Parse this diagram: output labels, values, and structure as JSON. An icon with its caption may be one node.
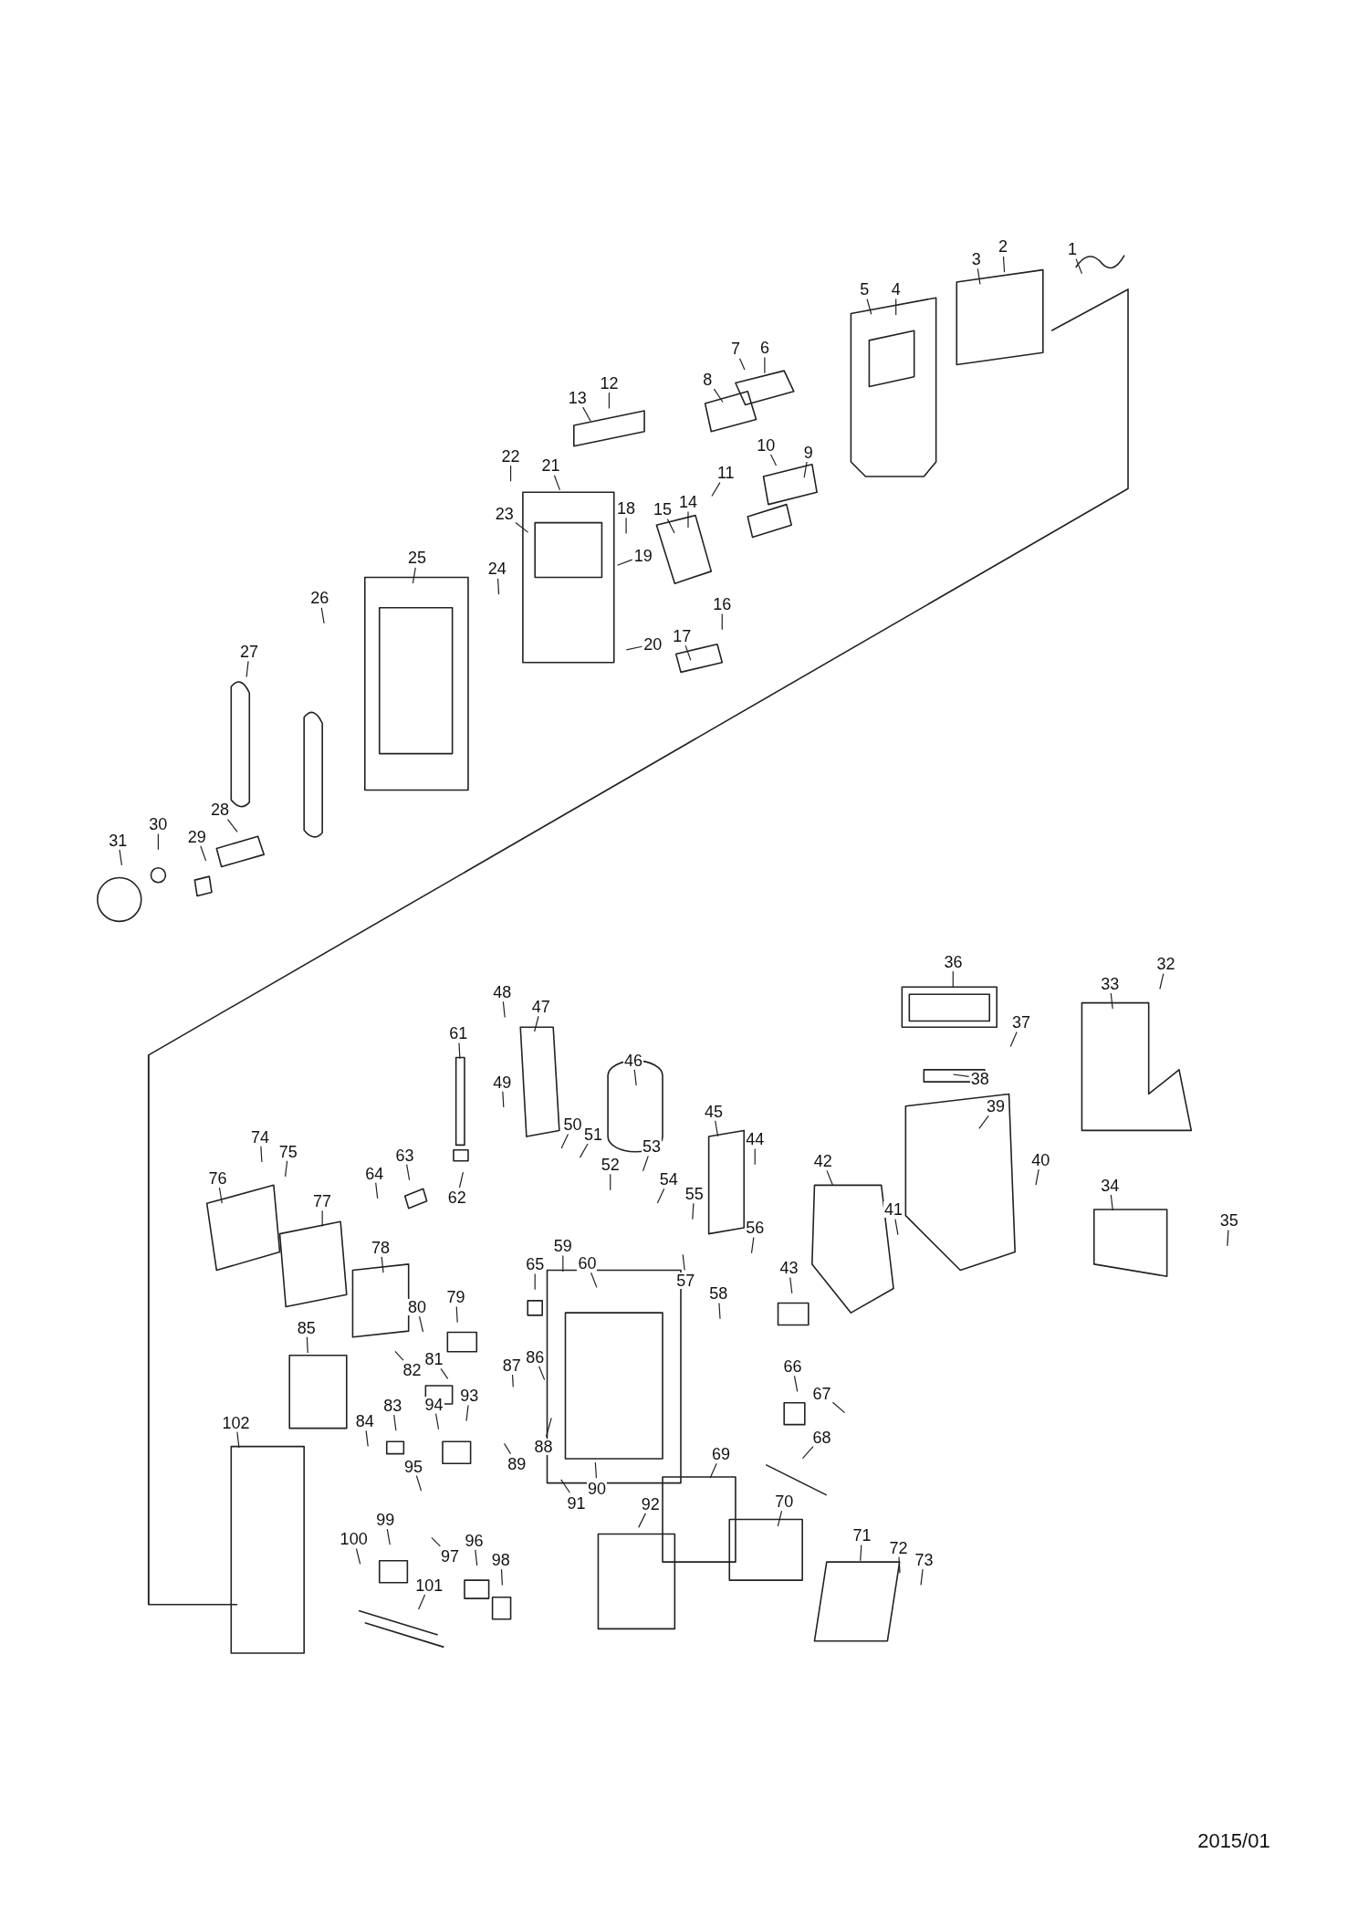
{
  "diagram": {
    "nodes": [
      {
        "text": [
          "1"
        ]
      },
      {
        "text": [
          "2"
        ]
      },
      {
        "text": [
          "3"
        ]
      },
      {
        "text": [
          "4"
        ]
      },
      {
        "text": [
          "5"
        ]
      },
      {
        "text": [
          "6"
        ]
      },
      {
        "text": [
          "7"
        ]
      },
      {
        "text": [
          "8"
        ]
      },
      {
        "text": [
          "9"
        ]
      },
      {
        "text": [
          "10"
        ]
      },
      {
        "text": [
          "11"
        ]
      },
      {
        "text": [
          "12"
        ]
      },
      {
        "text": [
          "13"
        ]
      },
      {
        "text": [
          "14"
        ]
      },
      {
        "text": [
          "15"
        ]
      },
      {
        "text": [
          "16"
        ]
      },
      {
        "text": [
          "17"
        ]
      },
      {
        "text": [
          "18"
        ]
      },
      {
        "text": [
          "19"
        ]
      },
      {
        "text": [
          "20"
        ]
      },
      {
        "text": [
          "21"
        ]
      },
      {
        "text": [
          "22"
        ]
      },
      {
        "text": [
          "23"
        ]
      },
      {
        "text": [
          "24"
        ]
      },
      {
        "text": [
          "25"
        ]
      },
      {
        "text": [
          "26"
        ]
      },
      {
        "text": [
          "27"
        ]
      },
      {
        "text": [
          "28"
        ]
      },
      {
        "text": [
          "29"
        ]
      },
      {
        "text": [
          "30"
        ]
      },
      {
        "text": [
          "31"
        ]
      },
      {
        "text": [
          "32"
        ]
      },
      {
        "text": [
          "33"
        ]
      },
      {
        "text": [
          "34"
        ]
      },
      {
        "text": [
          "35"
        ]
      },
      {
        "text": [
          "36"
        ]
      },
      {
        "text": [
          "37"
        ]
      },
      {
        "text": [
          "38"
        ]
      },
      {
        "text": [
          "39"
        ]
      },
      {
        "text": [
          "40"
        ]
      },
      {
        "text": [
          "41"
        ]
      },
      {
        "text": [
          "42"
        ]
      },
      {
        "text": [
          "43"
        ]
      },
      {
        "text": [
          "44"
        ]
      },
      {
        "text": [
          "45"
        ]
      },
      {
        "text": [
          "46"
        ]
      },
      {
        "text": [
          "47"
        ]
      },
      {
        "text": [
          "48"
        ]
      },
      {
        "text": [
          "49"
        ]
      },
      {
        "text": [
          "50"
        ]
      },
      {
        "text": [
          "51"
        ]
      },
      {
        "text": [
          "52"
        ]
      },
      {
        "text": [
          "53"
        ]
      },
      {
        "text": [
          "54"
        ]
      },
      {
        "text": [
          "55"
        ]
      },
      {
        "text": [
          "56"
        ]
      },
      {
        "text": [
          "57"
        ]
      },
      {
        "text": [
          "58"
        ]
      },
      {
        "text": [
          "59"
        ]
      },
      {
        "text": [
          "60"
        ]
      },
      {
        "text": [
          "61"
        ]
      },
      {
        "text": [
          "62"
        ]
      },
      {
        "text": [
          "63"
        ]
      },
      {
        "text": [
          "64"
        ]
      },
      {
        "text": [
          "65"
        ]
      },
      {
        "text": [
          "66"
        ]
      },
      {
        "text": [
          "67"
        ]
      },
      {
        "text": [
          "68"
        ]
      },
      {
        "text": [
          "69"
        ]
      },
      {
        "text": [
          "70"
        ]
      },
      {
        "text": [
          "71"
        ]
      },
      {
        "text": [
          "72"
        ]
      },
      {
        "text": [
          "73"
        ]
      },
      {
        "text": [
          "74"
        ]
      },
      {
        "text": [
          "75"
        ]
      },
      {
        "text": [
          "76"
        ]
      },
      {
        "text": [
          "77"
        ]
      },
      {
        "text": [
          "78"
        ]
      },
      {
        "text": [
          "79"
        ]
      },
      {
        "text": [
          "80"
        ]
      },
      {
        "text": [
          "81"
        ]
      },
      {
        "text": [
          "82"
        ]
      },
      {
        "text": [
          "83"
        ]
      },
      {
        "text": [
          "84"
        ]
      },
      {
        "text": [
          "85"
        ]
      },
      {
        "text": [
          "86"
        ]
      },
      {
        "text": [
          "87"
        ]
      },
      {
        "text": [
          "88"
        ]
      },
      {
        "text": [
          "89"
        ]
      },
      {
        "text": [
          "90"
        ]
      },
      {
        "text": [
          "91"
        ]
      },
      {
        "text": [
          "92"
        ]
      },
      {
        "text": [
          "93"
        ]
      },
      {
        "text": [
          "94"
        ]
      },
      {
        "text": [
          "95"
        ]
      },
      {
        "text": [
          "96"
        ]
      },
      {
        "text": [
          "97"
        ]
      },
      {
        "text": [
          "98"
        ]
      },
      {
        "text": [
          "99"
        ]
      },
      {
        "text": [
          "100"
        ]
      },
      {
        "text": [
          "101"
        ]
      },
      {
        "text": [
          "102"
        ]
      }
    ],
    "edges": [
      {
        "from": 0,
        "to": null,
        "arrow": "none"
      },
      {
        "from": 1,
        "to": null,
        "arrow": "none"
      },
      {
        "from": 2,
        "to": null,
        "arrow": "none"
      },
      {
        "from": 3,
        "to": null,
        "arrow": "none"
      },
      {
        "from": 4,
        "to": null,
        "arrow": "none"
      },
      {
        "from": 5,
        "to": null,
        "arrow": "none"
      },
      {
        "from": 6,
        "to": null,
        "arrow": "none"
      },
      {
        "from": 7,
        "to": null,
        "arrow": "none"
      },
      {
        "from": 8,
        "to": null,
        "arrow": "none"
      },
      {
        "from": 9,
        "to": null,
        "arrow": "none"
      },
      {
        "from": 10,
        "to": null,
        "arrow": "none"
      },
      {
        "from": 11,
        "to": null,
        "arrow": "none"
      },
      {
        "from": 12,
        "to": null,
        "arrow": "none"
      },
      {
        "from": 13,
        "to": null,
        "arrow": "none"
      },
      {
        "from": 14,
        "to": null,
        "arrow": "none"
      },
      {
        "from": 15,
        "to": null,
        "arrow": "none"
      },
      {
        "from": 16,
        "to": null,
        "arrow": "none"
      },
      {
        "from": 17,
        "to": null,
        "arrow": "none"
      },
      {
        "from": 18,
        "to": null,
        "arrow": "none"
      },
      {
        "from": 19,
        "to": null,
        "arrow": "none"
      },
      {
        "from": 20,
        "to": null,
        "arrow": "none"
      },
      {
        "from": 21,
        "to": null,
        "arrow": "none"
      },
      {
        "from": 22,
        "to": null,
        "arrow": "none"
      },
      {
        "from": 23,
        "to": null,
        "arrow": "none"
      },
      {
        "from": 24,
        "to": null,
        "arrow": "none"
      },
      {
        "from": 25,
        "to": null,
        "arrow": "none"
      },
      {
        "from": 26,
        "to": null,
        "arrow": "none"
      },
      {
        "from": 27,
        "to": null,
        "arrow": "none"
      },
      {
        "from": 28,
        "to": null,
        "arrow": "none"
      },
      {
        "from": 29,
        "to": null,
        "arrow": "none"
      },
      {
        "from": 30,
        "to": null,
        "arrow": "none"
      },
      {
        "from": 31,
        "to": null,
        "arrow": "none"
      },
      {
        "from": 32,
        "to": null,
        "arrow": "none"
      },
      {
        "from": 33,
        "to": null,
        "arrow": "none"
      },
      {
        "from": 34,
        "to": null,
        "arrow": "none"
      },
      {
        "from": 35,
        "to": null,
        "arrow": "none"
      },
      {
        "from": 36,
        "to": null,
        "arrow": "none"
      },
      {
        "from": 37,
        "to": null,
        "arrow": "none"
      },
      {
        "from": 38,
        "to": null,
        "arrow": "none"
      },
      {
        "from": 39,
        "to": null,
        "arrow": "none"
      },
      {
        "from": 40,
        "to": null,
        "arrow": "none"
      },
      {
        "from": 41,
        "to": null,
        "arrow": "none"
      },
      {
        "from": 42,
        "to": null,
        "arrow": "none"
      },
      {
        "from": 43,
        "to": null,
        "arrow": "none"
      },
      {
        "from": 44,
        "to": null,
        "arrow": "none"
      },
      {
        "from": 45,
        "to": null,
        "arrow": "none"
      },
      {
        "from": 46,
        "to": null,
        "arrow": "none"
      },
      {
        "from": 47,
        "to": null,
        "arrow": "none"
      },
      {
        "from": 48,
        "to": null,
        "arrow": "none"
      },
      {
        "from": 49,
        "to": null,
        "arrow": "none"
      },
      {
        "from": 50,
        "to": null,
        "arrow": "none"
      },
      {
        "from": 51,
        "to": null,
        "arrow": "none"
      },
      {
        "from": 52,
        "to": null,
        "arrow": "none"
      },
      {
        "from": 53,
        "to": null,
        "arrow": "none"
      },
      {
        "from": 54,
        "to": null,
        "arrow": "none"
      },
      {
        "from": 55,
        "to": null,
        "arrow": "none"
      },
      {
        "from": 56,
        "to": null,
        "arrow": "none"
      },
      {
        "from": 57,
        "to": null,
        "arrow": "none"
      },
      {
        "from": 58,
        "to": null,
        "arrow": "none"
      },
      {
        "from": 59,
        "to": null,
        "arrow": "none"
      },
      {
        "from": 60,
        "to": null,
        "arrow": "none"
      },
      {
        "from": 61,
        "to": null,
        "arrow": "none"
      },
      {
        "from": 62,
        "to": null,
        "arrow": "none"
      },
      {
        "from": 63,
        "to": null,
        "arrow": "none"
      },
      {
        "from": 64,
        "to": null,
        "arrow": "none"
      },
      {
        "from": 65,
        "to": null,
        "arrow": "none"
      },
      {
        "from": 66,
        "to": null,
        "arrow": "none"
      },
      {
        "from": 67,
        "to": null,
        "arrow": "none"
      },
      {
        "from": 68,
        "to": null,
        "arrow": "none"
      },
      {
        "from": 69,
        "to": null,
        "arrow": "none"
      },
      {
        "from": 70,
        "to": null,
        "arrow": "none"
      },
      {
        "from": 71,
        "to": null,
        "arrow": "none"
      },
      {
        "from": 72,
        "to": null,
        "arrow": "none"
      },
      {
        "from": 73,
        "to": null,
        "arrow": "none"
      },
      {
        "from": 74,
        "to": null,
        "arrow": "none"
      },
      {
        "from": 75,
        "to": null,
        "arrow": "none"
      },
      {
        "from": 76,
        "to": null,
        "arrow": "none"
      },
      {
        "from": 77,
        "to": null,
        "arrow": "none"
      },
      {
        "from": 78,
        "to": null,
        "arrow": "none"
      },
      {
        "from": 79,
        "to": null,
        "arrow": "none"
      },
      {
        "from": 80,
        "to": null,
        "arrow": "none"
      },
      {
        "from": 81,
        "to": null,
        "arrow": "none"
      },
      {
        "from": 82,
        "to": null,
        "arrow": "none"
      },
      {
        "from": 83,
        "to": null,
        "arrow": "none"
      },
      {
        "from": 84,
        "to": null,
        "arrow": "none"
      },
      {
        "from": 85,
        "to": null,
        "arrow": "none"
      },
      {
        "from": 86,
        "to": null,
        "arrow": "none"
      },
      {
        "from": 87,
        "to": null,
        "arrow": "none"
      },
      {
        "from": 88,
        "to": null,
        "arrow": "none"
      },
      {
        "from": 89,
        "to": null,
        "arrow": "none"
      },
      {
        "from": 90,
        "to": null,
        "arrow": "none"
      },
      {
        "from": 91,
        "to": null,
        "arrow": "none"
      },
      {
        "from": 92,
        "to": null,
        "arrow": "none"
      },
      {
        "from": 93,
        "to": null,
        "arrow": "none"
      },
      {
        "from": 94,
        "to": null,
        "arrow": "none"
      },
      {
        "from": 95,
        "to": null,
        "arrow": "none"
      },
      {
        "from": 96,
        "to": null,
        "arrow": "none"
      },
      {
        "from": 97,
        "to": null,
        "arrow": "none"
      },
      {
        "from": 98,
        "to": null,
        "arrow": "none"
      },
      {
        "from": 99,
        "to": null,
        "arrow": "none"
      },
      {
        "from": 100,
        "to": null,
        "arrow": "none"
      },
      {
        "from": 101,
        "to": null,
        "arrow": "none"
      }
    ],
    "labels": [
      "2015/01"
    ]
  }
}
